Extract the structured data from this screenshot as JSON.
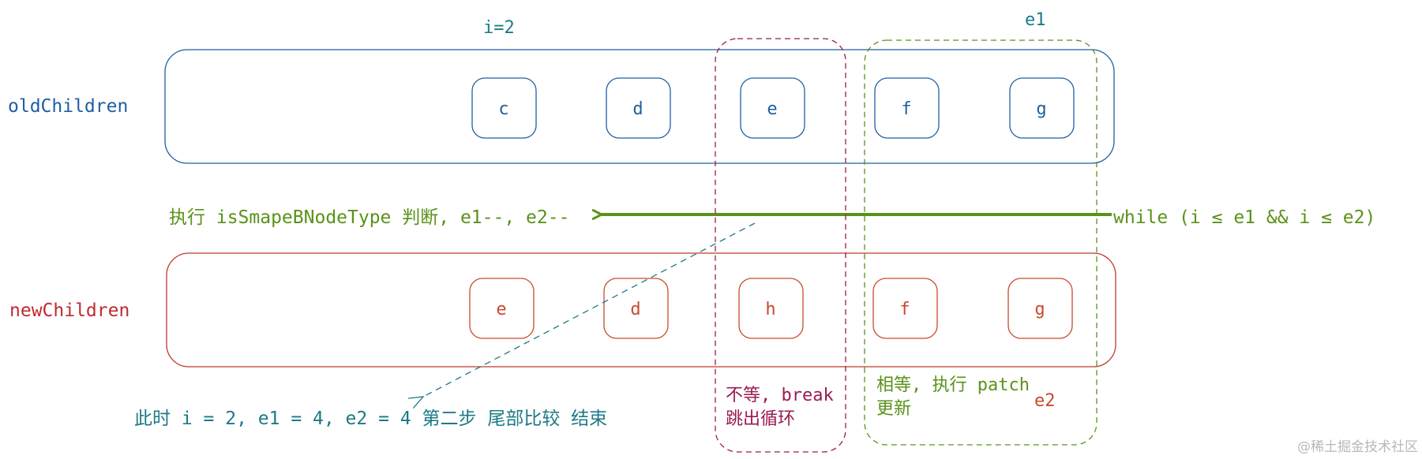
{
  "colors": {
    "old": "#1f5fa3",
    "new": "#c94a2e",
    "newLabel": "#c0292e",
    "arrow": "#5a9219",
    "note": "#1c7a87",
    "break": "#9b1b52",
    "watermark": "#b8b8b8"
  },
  "labels": {
    "oldChildren": "oldChildren",
    "newChildren": "newChildren",
    "i": "i=2",
    "e1": "e1",
    "e2": "e2",
    "whileCond": "while (i ≤ e1 && i ≤ e2)",
    "action": "执行 isSmapeBNodeType 判断, e1--, e2--",
    "result": "此时 i = 2, e1 = 4, e2 = 4 第二步 尾部比较 结束",
    "breakLine1": "不等, break",
    "breakLine2": "跳出循环",
    "equalLine1": "相等, 执行 patch",
    "equalLine2": "更新",
    "watermark": "@稀土掘金技术社区"
  },
  "oldNodes": [
    "c",
    "d",
    "e",
    "f",
    "g"
  ],
  "newNodes": [
    "e",
    "d",
    "h",
    "f",
    "g"
  ]
}
